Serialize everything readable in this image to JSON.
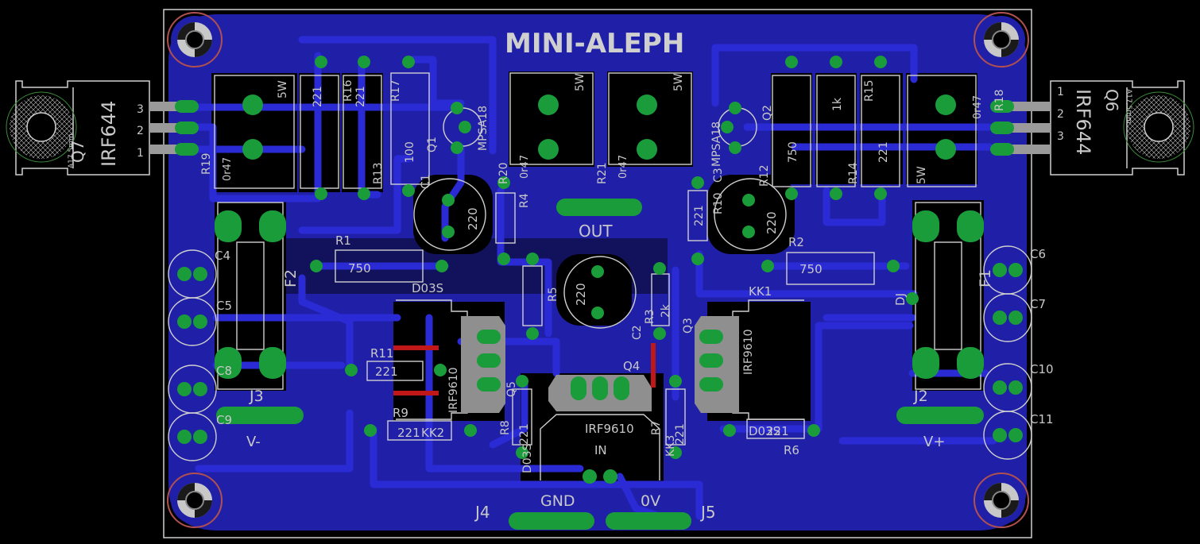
{
  "board": {
    "title": "MINI-ALEPH",
    "colors": {
      "background": "#000000",
      "copper": "#1f1fa8",
      "copper_bright": "#2b2bd6",
      "pad": "#1a9c3a",
      "silk": "#c8c8c8",
      "outline": "#cfcfcf",
      "jumper": "#c01818"
    }
  },
  "labels": [
    {
      "id": "q7",
      "text": "Q7"
    },
    {
      "id": "q7-part",
      "text": "IRF644"
    },
    {
      "id": "q7-pin1",
      "text": "1"
    },
    {
      "id": "q7-pin2",
      "text": "2"
    },
    {
      "id": "q7-pin3",
      "text": "3"
    },
    {
      "id": "q7-hs",
      "text": "A17,5mm"
    },
    {
      "id": "q6",
      "text": "Q6"
    },
    {
      "id": "q6-part",
      "text": "IRF644"
    },
    {
      "id": "q6-pin1",
      "text": "1"
    },
    {
      "id": "q6-pin2",
      "text": "2"
    },
    {
      "id": "q6-pin3",
      "text": "3"
    },
    {
      "id": "q6-hs",
      "text": "A17,5mm"
    },
    {
      "id": "r19",
      "text": "R19"
    },
    {
      "id": "r19-val",
      "text": "0r47"
    },
    {
      "id": "r19-pw",
      "text": "5W"
    },
    {
      "id": "r16",
      "text": "R16"
    },
    {
      "id": "r16-val-a",
      "text": "221"
    },
    {
      "id": "r16-val-b",
      "text": "221"
    },
    {
      "id": "r17",
      "text": "R17"
    },
    {
      "id": "r13",
      "text": "R13"
    },
    {
      "id": "r13-val",
      "text": "100"
    },
    {
      "id": "q1",
      "text": "Q1"
    },
    {
      "id": "q1-part",
      "text": "MPSA18"
    },
    {
      "id": "c1",
      "text": "C1"
    },
    {
      "id": "c1-val",
      "text": "220"
    },
    {
      "id": "r20",
      "text": "R20"
    },
    {
      "id": "r20-val",
      "text": "0r47"
    },
    {
      "id": "r20-pw",
      "text": "5W"
    },
    {
      "id": "r21",
      "text": "R21"
    },
    {
      "id": "r21-val",
      "text": "0r47"
    },
    {
      "id": "r21-pw",
      "text": "5W"
    },
    {
      "id": "r4",
      "text": "R4"
    },
    {
      "id": "out",
      "text": "OUT"
    },
    {
      "id": "r10",
      "text": "R10"
    },
    {
      "id": "c3",
      "text": "C3"
    },
    {
      "id": "r10-val",
      "text": "221"
    },
    {
      "id": "q2-part",
      "text": "MPSA18"
    },
    {
      "id": "q2",
      "text": "Q2"
    },
    {
      "id": "r12",
      "text": "R12"
    },
    {
      "id": "r12-val",
      "text": "750"
    },
    {
      "id": "c3-val",
      "text": "220"
    },
    {
      "id": "r14-val",
      "text": "1k"
    },
    {
      "id": "r14",
      "text": "R14"
    },
    {
      "id": "r15",
      "text": "R15"
    },
    {
      "id": "r15-val",
      "text": "221"
    },
    {
      "id": "r18",
      "text": "R18"
    },
    {
      "id": "r18-val",
      "text": "0r47"
    },
    {
      "id": "r18-pw",
      "text": "5W"
    },
    {
      "id": "r1",
      "text": "R1"
    },
    {
      "id": "r1-val",
      "text": "750"
    },
    {
      "id": "d03s-l",
      "text": "D03S"
    },
    {
      "id": "r2",
      "text": "R2"
    },
    {
      "id": "r2-val",
      "text": "750"
    },
    {
      "id": "kk1",
      "text": "KK1"
    },
    {
      "id": "c4",
      "text": "C4"
    },
    {
      "id": "f2",
      "text": "F2"
    },
    {
      "id": "c5",
      "text": "C5"
    },
    {
      "id": "c8",
      "text": "C8"
    },
    {
      "id": "j3",
      "text": "J3"
    },
    {
      "id": "c9",
      "text": "C9"
    },
    {
      "id": "vminus",
      "text": "V-"
    },
    {
      "id": "r5",
      "text": "R5"
    },
    {
      "id": "c2-val",
      "text": "220"
    },
    {
      "id": "c2",
      "text": "C2"
    },
    {
      "id": "r3",
      "text": "R3"
    },
    {
      "id": "r3-val",
      "text": "2k"
    },
    {
      "id": "q3",
      "text": "Q3"
    },
    {
      "id": "q3-part",
      "text": "IRF9610"
    },
    {
      "id": "r11",
      "text": "R11"
    },
    {
      "id": "r11-val",
      "text": "221"
    },
    {
      "id": "q5-part",
      "text": "IRF9610"
    },
    {
      "id": "q5",
      "text": "Q5"
    },
    {
      "id": "q4",
      "text": "Q4"
    },
    {
      "id": "q4-part",
      "text": "IRF9610"
    },
    {
      "id": "r9",
      "text": "R9"
    },
    {
      "id": "r9-val",
      "text": "221"
    },
    {
      "id": "kk2",
      "text": "KK2"
    },
    {
      "id": "r8",
      "text": "R8"
    },
    {
      "id": "r8-val",
      "text": "221"
    },
    {
      "id": "d03s-b",
      "text": "D03S"
    },
    {
      "id": "r7",
      "text": "R7"
    },
    {
      "id": "r7-val",
      "text": "221"
    },
    {
      "id": "kk3",
      "text": "KK3"
    },
    {
      "id": "d03s-r",
      "text": "D03S"
    },
    {
      "id": "r6-val",
      "text": "221"
    },
    {
      "id": "r6",
      "text": "R6"
    },
    {
      "id": "in",
      "text": "IN"
    },
    {
      "id": "c6",
      "text": "C6"
    },
    {
      "id": "c7",
      "text": "C7"
    },
    {
      "id": "f1",
      "text": "F1"
    },
    {
      "id": "dj",
      "text": "DJ"
    },
    {
      "id": "c10",
      "text": "C10"
    },
    {
      "id": "c11",
      "text": "C11"
    },
    {
      "id": "j2",
      "text": "J2"
    },
    {
      "id": "vplus",
      "text": "V+"
    },
    {
      "id": "j4",
      "text": "J4"
    },
    {
      "id": "gnd",
      "text": "GND"
    },
    {
      "id": "zero-v",
      "text": "0V"
    },
    {
      "id": "j5",
      "text": "J5"
    }
  ]
}
